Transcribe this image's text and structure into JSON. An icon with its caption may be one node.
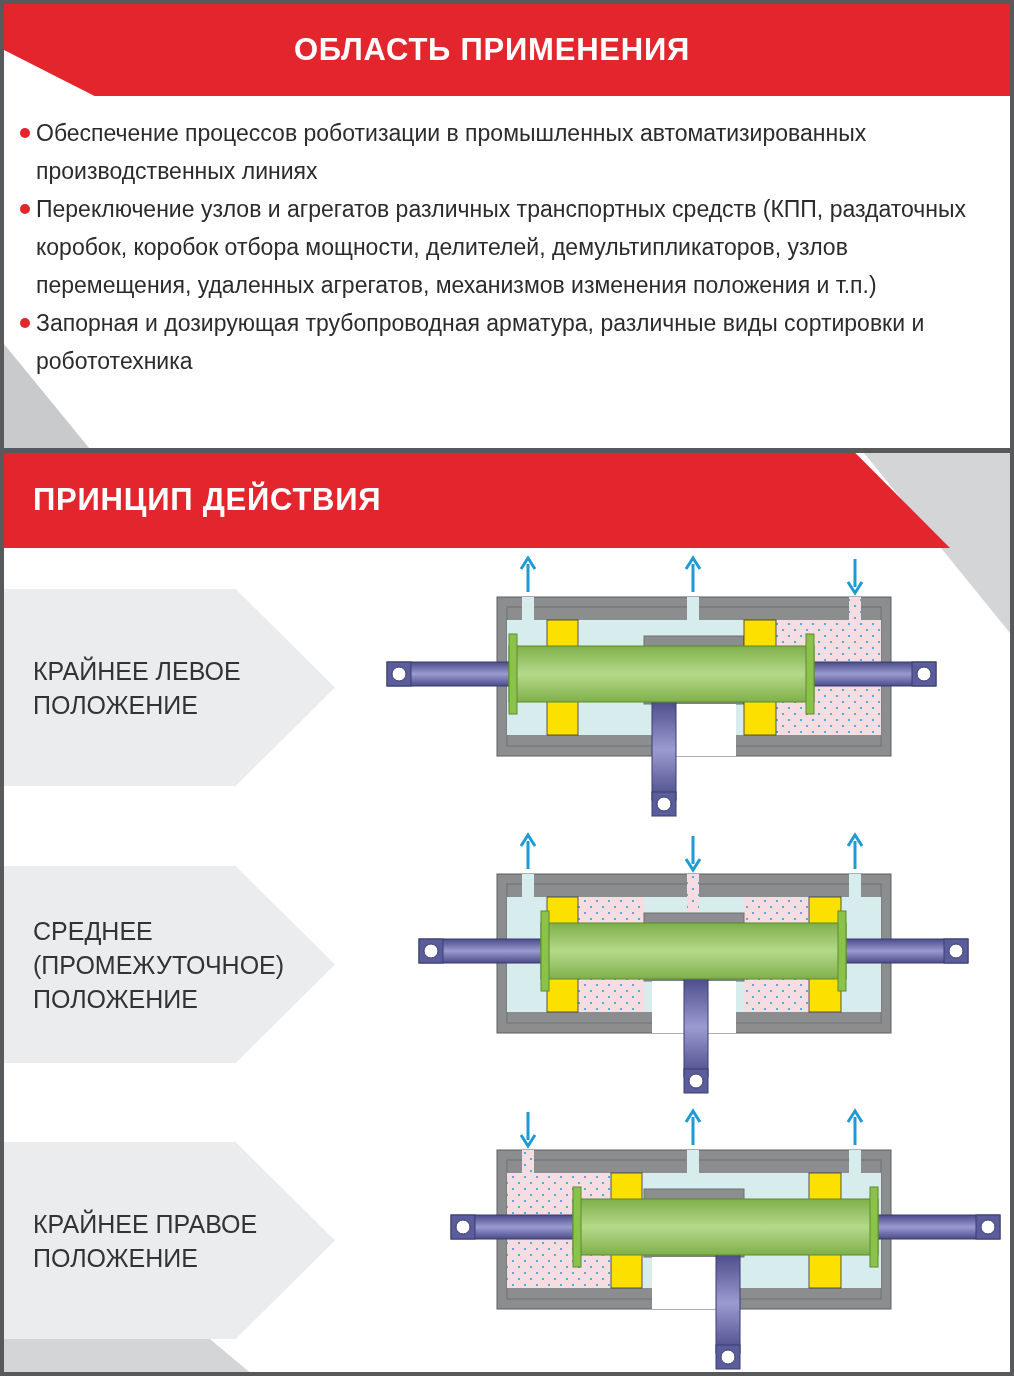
{
  "diagram": {
    "nodes": [
      {
        "text": [
          "ОБЛАСТЬ ПРИМЕНЕНИЯ"
        ]
      },
      {
        "text": [
          "ПРИНЦИП ДЕЙСТВИЯ"
        ]
      },
      {
        "text": [
          "КРАЙНЕЕ ЛЕВОЕ ПОЛОЖЕНИЕ"
        ]
      },
      {
        "text": [
          "СРЕДНЕЕ (ПРОМЕЖУТОЧНОЕ) ПОЛОЖЕНИЕ"
        ]
      },
      {
        "text": [
          "КРАЙНЕЕ ПРАВОЕ ПОЛОЖЕНИЕ"
        ]
      }
    ],
    "labels": [
      "Обеспечение процессов роботизации в промышленных автоматизированных производственных линиях",
      "Переключение узлов и агрегатов различных транспортных средств (КПП, раздаточных коробок, коробок отбора мощности, делителей, демультипликаторов, узлов перемещения, удаленных агрегатов, механизмов изменения положения и т.п.)",
      "Запорная и дозирующая трубопроводная арматура, различные виды сортировки и робототехника"
    ]
  }
}
